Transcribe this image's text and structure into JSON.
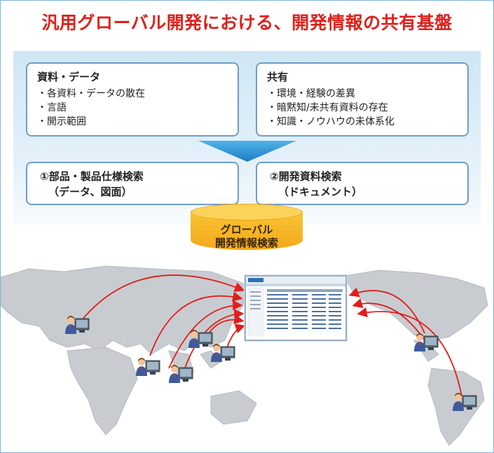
{
  "title": "汎用グローバル開発における、開発情報の共有基盤",
  "card_data": {
    "heading": "資料・データ",
    "items": [
      "各資料・データの散在",
      "言語",
      "開示範囲"
    ]
  },
  "card_share": {
    "heading": "共有",
    "items": [
      "環境・経験の差異",
      "暗黙知/未共有資料の存在",
      "知識・ノウハウの未体系化"
    ]
  },
  "card_parts": {
    "line1": "①部品・製品仕様検索",
    "line2": "（データ、図面）"
  },
  "card_docs": {
    "line1": "②開発資料検索",
    "line2": "（ドキュメント）"
  },
  "hub": {
    "line1": "グローバル",
    "line2": "開発情報検索"
  },
  "colors": {
    "title": "#e0201b",
    "arrow": "#e01e1e",
    "card_border": "#6e9ccc",
    "hub": "#f6b325",
    "map": "#c8ccd0"
  },
  "icons": [
    "user-at-computer-icon",
    "search-screen-icon"
  ]
}
